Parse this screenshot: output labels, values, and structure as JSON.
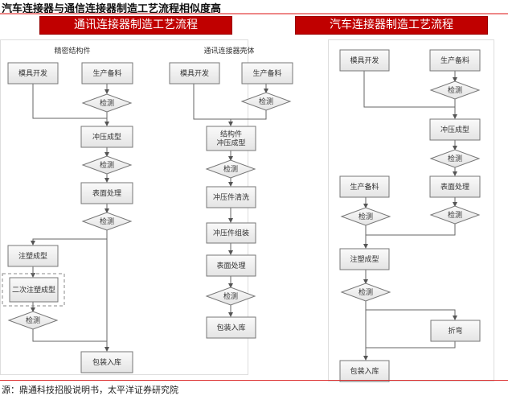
{
  "title": "汽车连接器与通信连接器制造工艺流程相似度高",
  "banners": {
    "left": "通讯连接器制造工艺流程",
    "right": "汽车连接器制造工艺流程"
  },
  "left_diagram": {
    "group_a_label": "精密结构件",
    "group_b_label": "通讯连接器壳体",
    "a": {
      "mold": "模具开发",
      "material": "生产备料",
      "inspect1": "检测",
      "stamping": "冲压成型",
      "inspect2": "检测",
      "surface": "表面处理",
      "inspect3": "检测",
      "injection": "注塑成型",
      "second_injection": "二次注塑成型",
      "inspect4": "检测",
      "pack": "包装入库"
    },
    "b": {
      "mold": "模具开发",
      "material": "生产备料",
      "inspect1": "检测",
      "stamping_l1": "结构件",
      "stamping_l2": "冲压成型",
      "inspect2": "检测",
      "clean": "冲压件清洗",
      "assemble": "冲压件组装",
      "surface": "表面处理",
      "inspect3": "检测",
      "pack": "包装入库"
    }
  },
  "right_diagram": {
    "mold": "模具开发",
    "material1": "生产备料",
    "inspect1": "检测",
    "stamping": "冲压成型",
    "inspect2": "检测",
    "surface": "表面处理",
    "inspect3": "检测",
    "material2": "生产备料",
    "inspect4": "检测",
    "injection": "注塑成型",
    "inspect5": "检测",
    "bend": "折弯",
    "pack": "包装入库"
  },
  "source": "源：鼎通科技招股说明书，太平洋证券研究院"
}
